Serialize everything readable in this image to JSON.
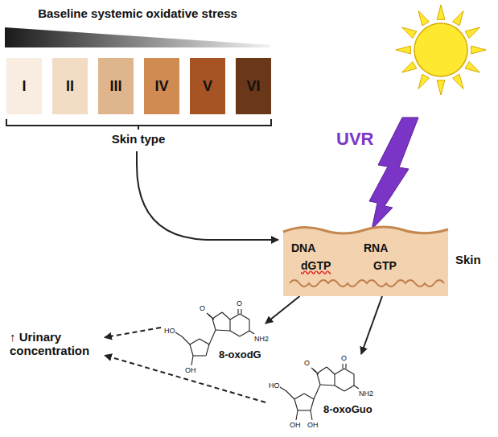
{
  "diagram": {
    "nodes": [
      {
        "text": [
          "I"
        ]
      },
      {
        "text": [
          "II"
        ]
      },
      {
        "text": [
          "III"
        ]
      },
      {
        "text": [
          "IV"
        ]
      },
      {
        "text": [
          "V"
        ]
      },
      {
        "text": [
          "VI"
        ]
      },
      {
        "text": [
          "DNA",
          "dGTP",
          "RNA",
          "GTP",
          "Skin"
        ]
      },
      {
        "text": [
          "8-oxodG",
          "O",
          "O",
          "NH2",
          "HO",
          "OH"
        ]
      },
      {
        "text": [
          "8-oxoGuo",
          "O",
          "O",
          "NH2",
          "HO",
          "OH",
          "OH"
        ]
      },
      {
        "text": [
          "↑ Urinary concentration"
        ]
      }
    ],
    "edges": [
      {
        "from": 6,
        "to": 7,
        "arrow": "to"
      },
      {
        "from": 6,
        "to": 8,
        "arrow": "to"
      },
      {
        "from": 7,
        "to": 9,
        "arrow": "to"
      },
      {
        "from": 8,
        "to": 9,
        "arrow": "to"
      }
    ],
    "labels": [
      "Baseline systemic oxidative stress",
      "Skin type",
      "UVR"
    ]
  }
}
